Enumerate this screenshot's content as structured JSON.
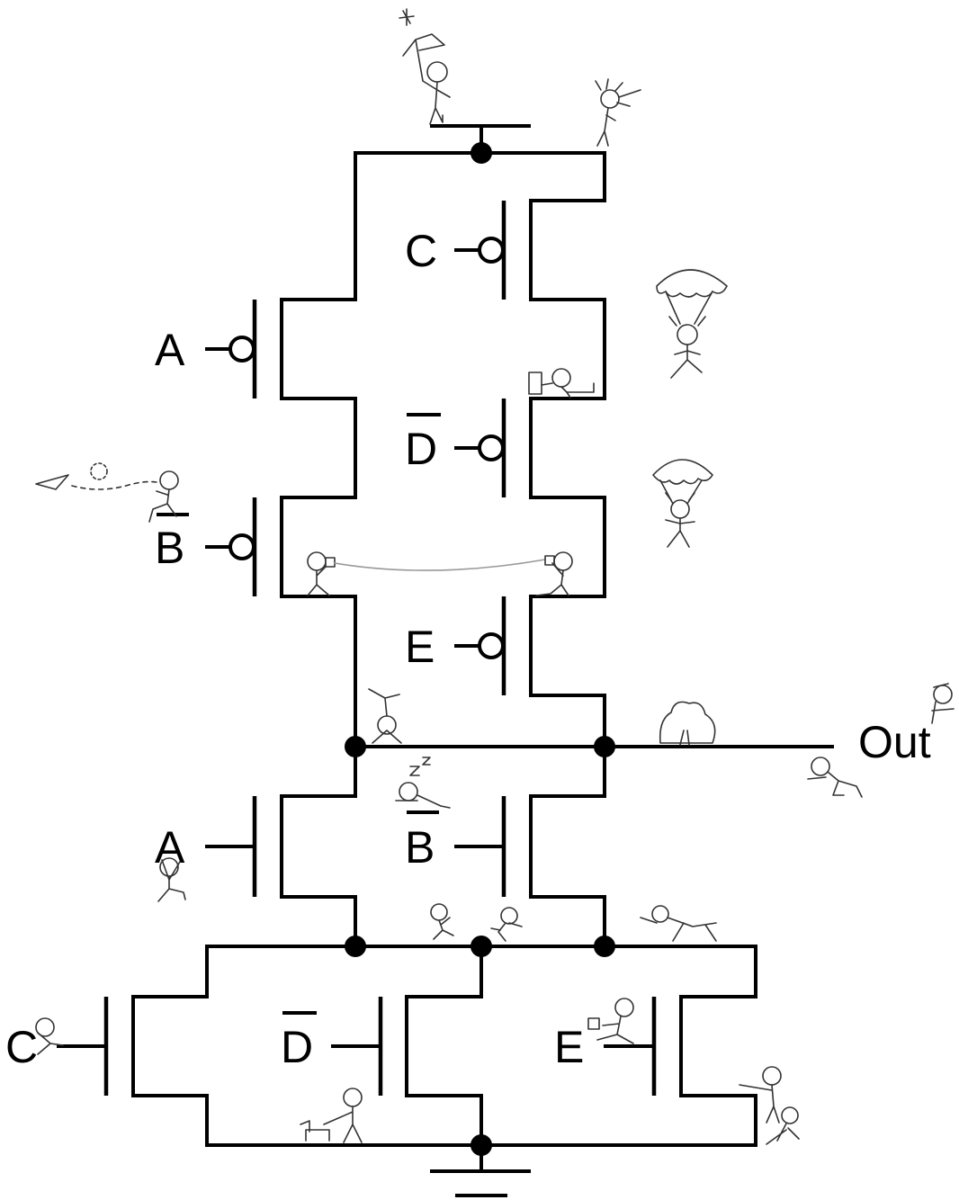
{
  "labels": {
    "p_c": "C",
    "p_a": "A",
    "p_dbar": "D",
    "p_bbar": "B",
    "p_e": "E",
    "n_a": "A",
    "n_bbar": "B",
    "n_c": "C",
    "n_dbar": "D",
    "n_e": "E",
    "out": "Out"
  },
  "colors": {
    "wire": "#000000",
    "sketch": "#333333",
    "background": "#ffffff"
  }
}
